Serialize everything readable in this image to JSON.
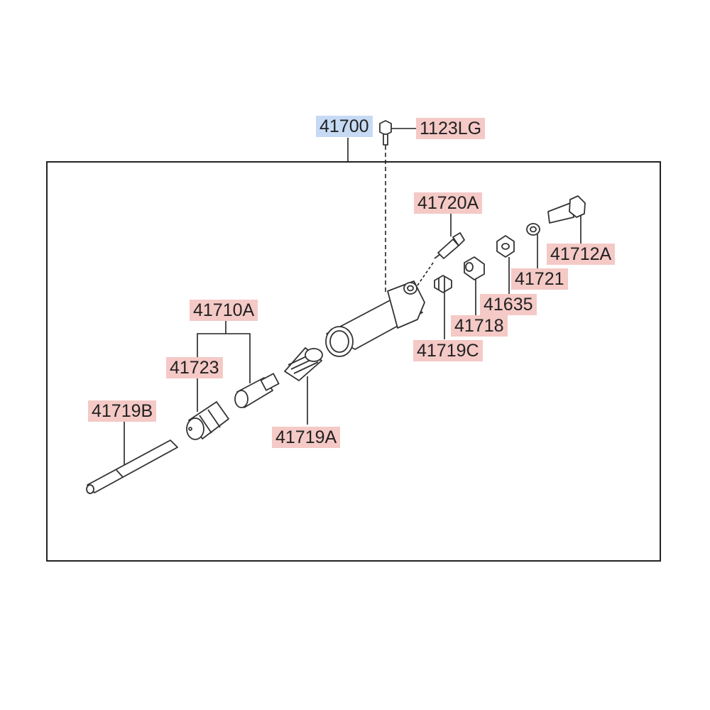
{
  "diagram": {
    "colors": {
      "frame": "#222222",
      "part_fill": "#ffffff",
      "part_stroke": "#333333",
      "label_bg": "#f4c9c6",
      "label_bg_main": "#c6daf4"
    },
    "labels": {
      "p41700": "41700",
      "p1123LG": "1123LG",
      "p41720A": "41720A",
      "p41712A": "41712A",
      "p41721": "41721",
      "p41635": "41635",
      "p41718": "41718",
      "p41719C": "41719C",
      "p41710A": "41710A",
      "p41723": "41723",
      "p41719B": "41719B",
      "p41719A": "41719A"
    }
  }
}
